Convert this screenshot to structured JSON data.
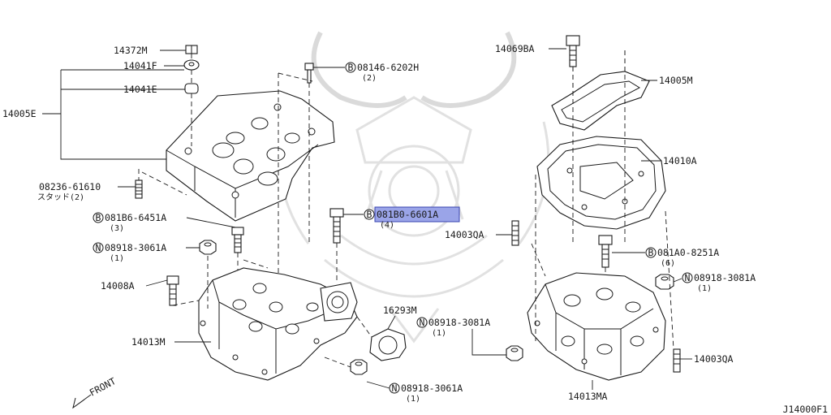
{
  "diagram_code": "J14000F1",
  "front_label": "FRONT",
  "callouts": {
    "c14372M": "14372M",
    "c14041F": "14041F",
    "c14041E": "14041E",
    "c14005E": "14005E",
    "c08236": "08236-61610",
    "c08236_note": "スタッド(2)",
    "c081B6": "081B6-6451A",
    "c081B6_qty": "(3)",
    "c08918_3061_top": "08918-3061A",
    "c08918_3061_top_qty": "(1)",
    "c14008A": "14008A",
    "c14013M": "14013M",
    "c08146": "08146-6202H",
    "c08146_qty": "(2)",
    "c081B0": "081B0-6601A",
    "c081B0_qty": "(4)",
    "c16293M": "16293M",
    "c08918_3081_mid": "08918-3081A",
    "c08918_3081_mid_qty": "(1)",
    "c08918_3061_bot": "08918-3061A",
    "c08918_3061_bot_qty": "(1)",
    "c14069BA": "14069BA",
    "c14005M": "14005M",
    "c14010A": "14010A",
    "c14003QA_left": "14003QA",
    "c081A0": "081A0-8251A",
    "c081A0_qty": "(6)",
    "c08918_3081_right": "08918-3081A",
    "c08918_3081_right_qty": "(1)",
    "c14003QA_right": "14003QA",
    "c14013MA": "14013MA"
  },
  "prefix_b": "B",
  "prefix_n": "N",
  "highlight_color": "#9aa4e8"
}
